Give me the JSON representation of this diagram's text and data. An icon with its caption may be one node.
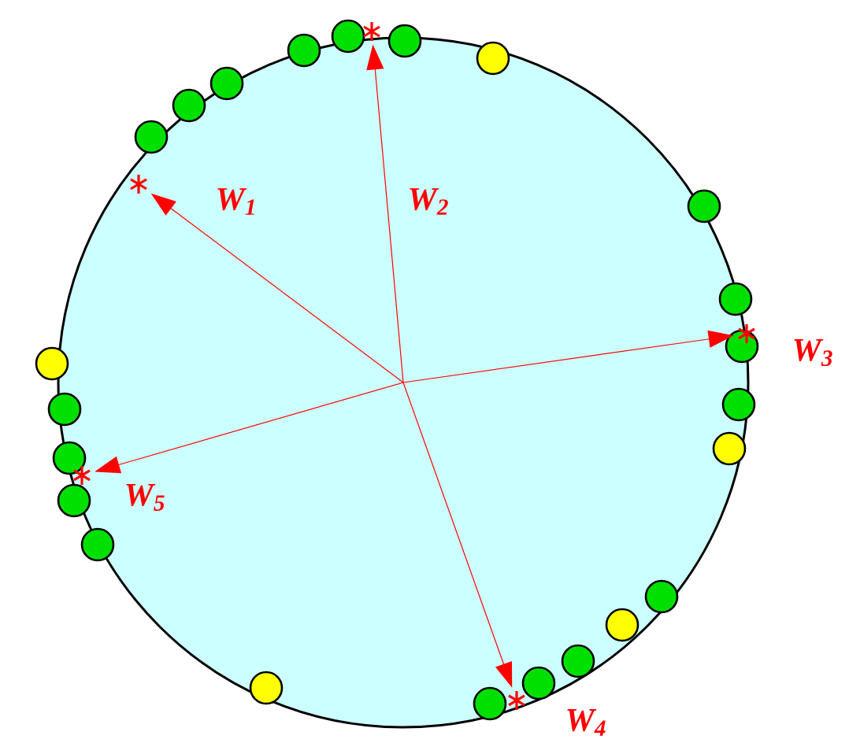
{
  "diagram": {
    "nodes": [
      {
        "text": [],
        "shape": "star"
      },
      {
        "text": [],
        "shape": "star"
      },
      {
        "text": [],
        "shape": "star"
      },
      {
        "text": [],
        "shape": "star"
      },
      {
        "text": [],
        "shape": "star"
      }
    ],
    "edges": [
      {
        "from": null,
        "to": 0,
        "arrow": "to",
        "label": "W$_{1}$"
      },
      {
        "from": null,
        "to": 1,
        "arrow": "to",
        "label": "W$_{2}$"
      },
      {
        "from": null,
        "to": 2,
        "arrow": "to",
        "label": "W$_{3}$"
      },
      {
        "from": null,
        "to": 3,
        "arrow": "to",
        "label": "W$_{4}$"
      },
      {
        "from": null,
        "to": 4,
        "arrow": "to",
        "label": "W$_{5}$"
      }
    ]
  }
}
